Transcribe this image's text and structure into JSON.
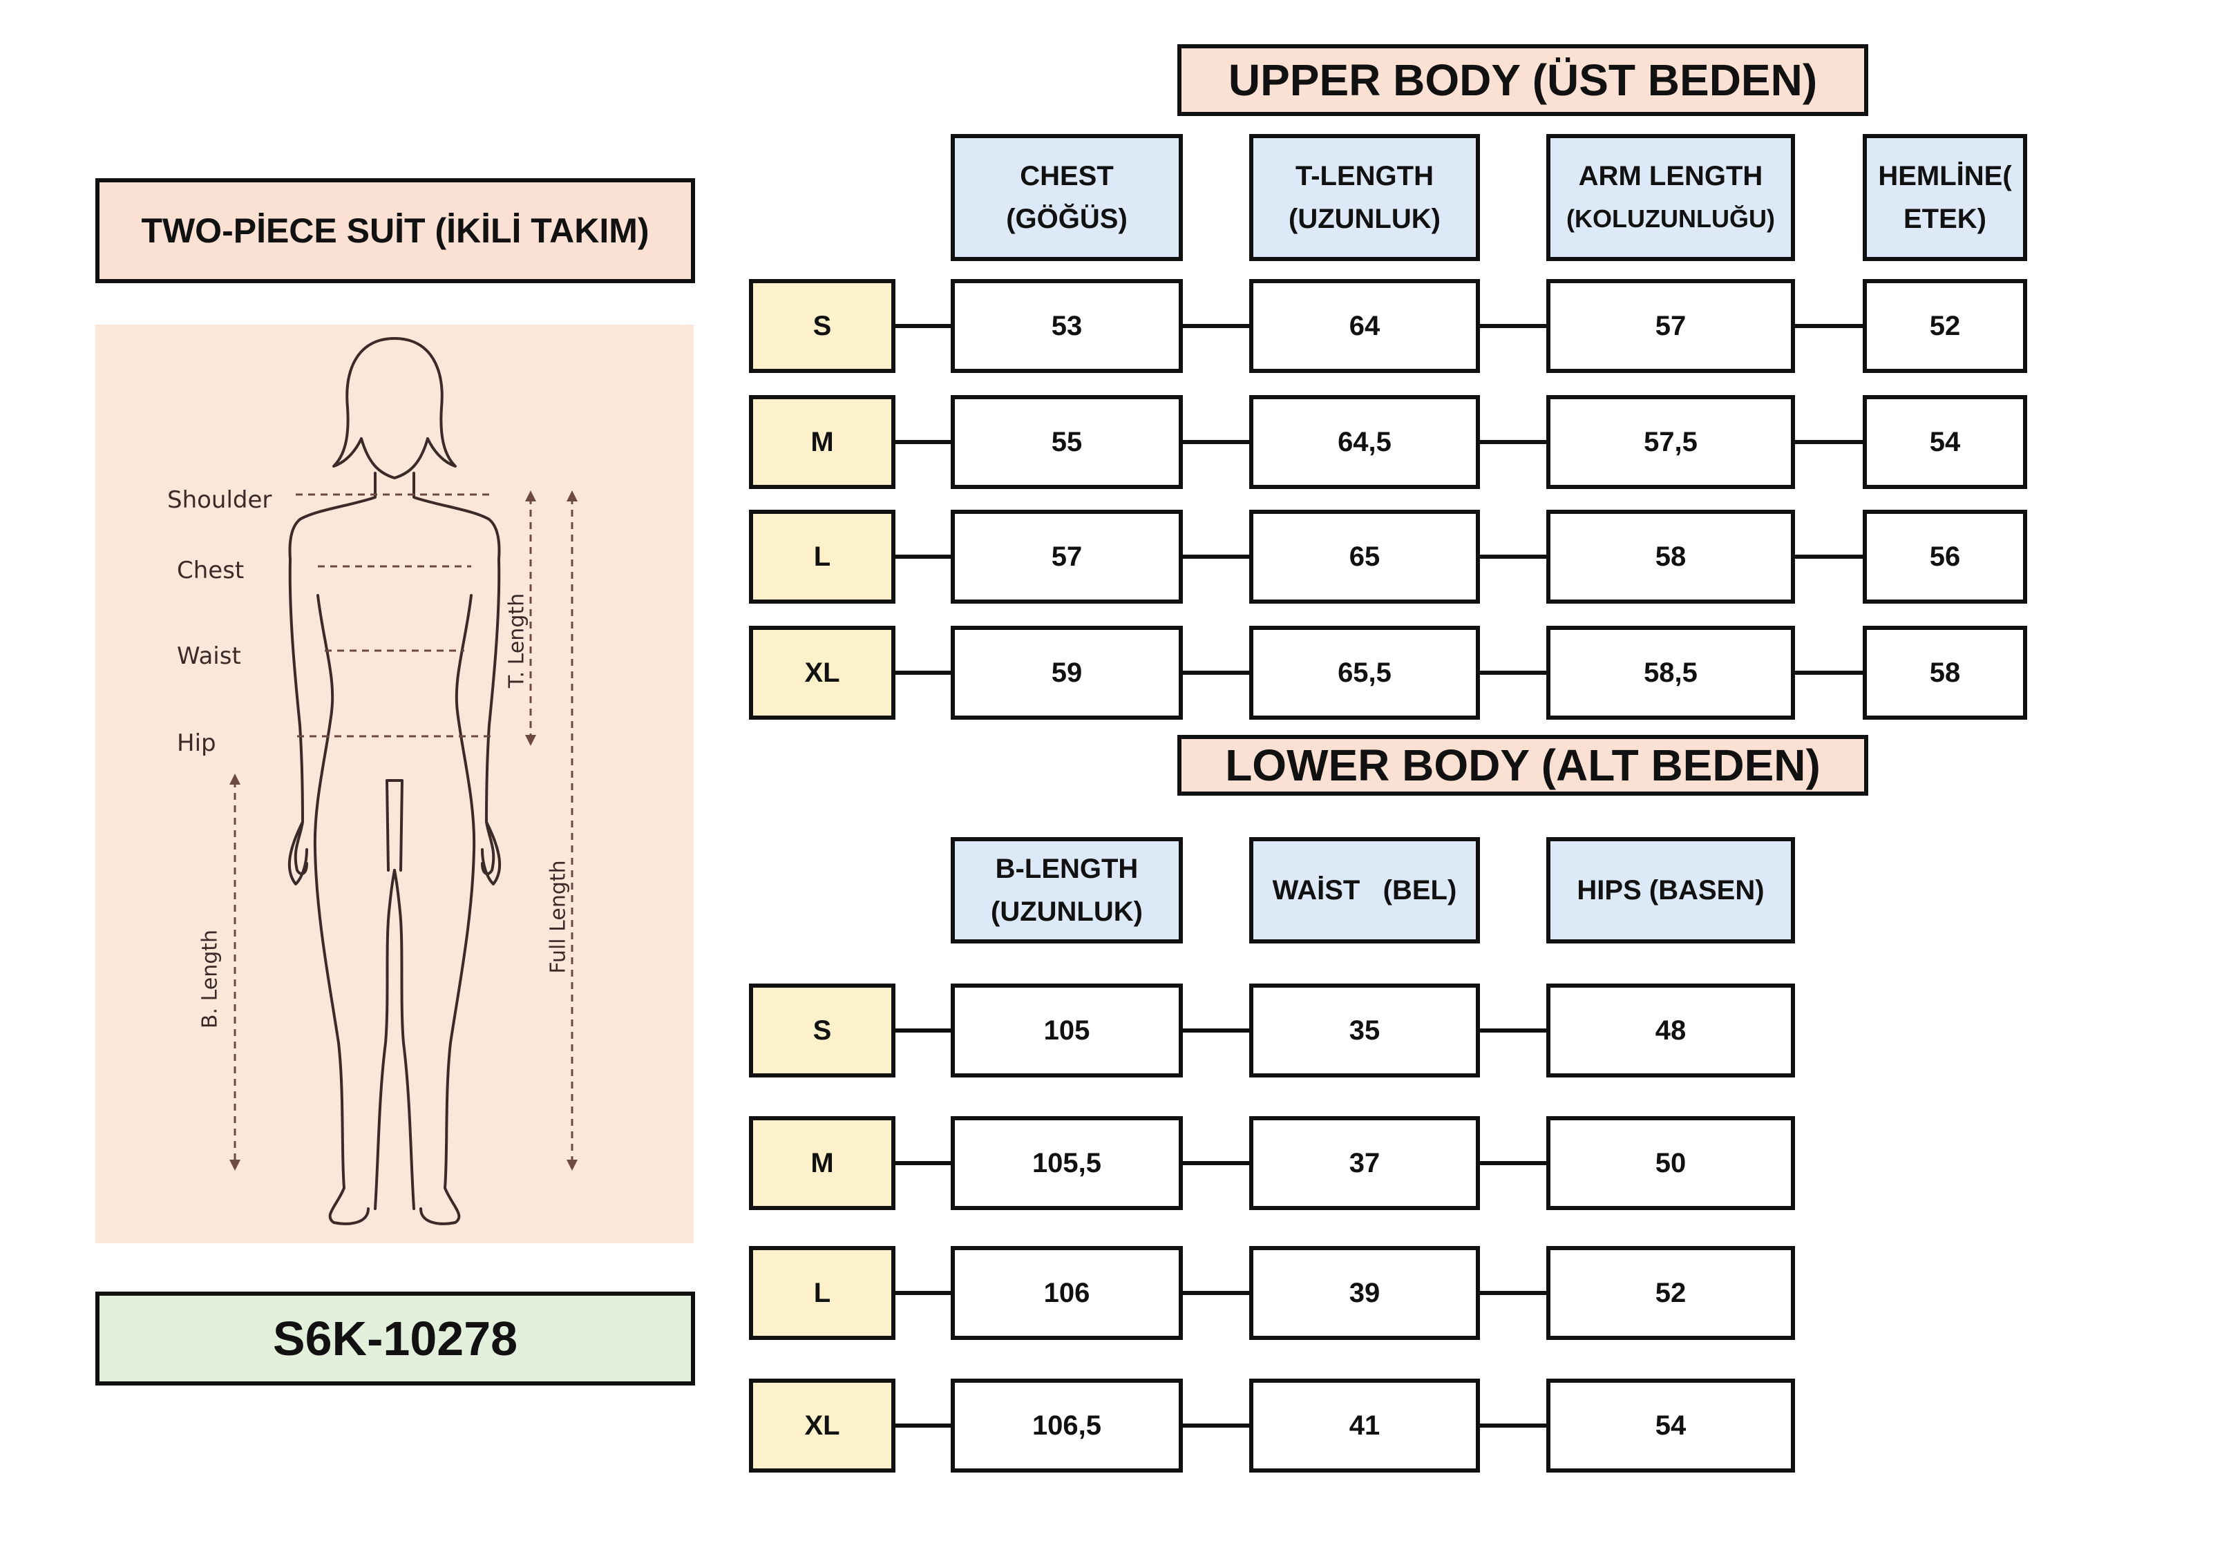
{
  "left": {
    "product_title": "TWO-PİECE SUİT (İKİLİ TAKIM)",
    "code": "S6K-10278",
    "figure_labels": {
      "shoulder": "Shoulder",
      "chest": "Chest",
      "waist": "Waist",
      "hip": "Hip",
      "t_length": "T. Length",
      "full_length": "Full Length",
      "b_length": "B. Length"
    }
  },
  "upper": {
    "title": "UPPER BODY (ÜST BEDEN)",
    "headers": [
      {
        "line1": "CHEST",
        "line2": "(GÖĞÜS)"
      },
      {
        "line1": "T-LENGTH",
        "line2": "(UZUNLUK)"
      },
      {
        "line1": "ARM LENGTH",
        "line2": "(KOLUZUNLUĞU)"
      },
      {
        "line1": "HEMLİNE(",
        "line2": "ETEK)"
      }
    ],
    "rows": [
      {
        "size": "S",
        "values": [
          "53",
          "64",
          "57",
          "52"
        ]
      },
      {
        "size": "M",
        "values": [
          "55",
          "64,5",
          "57,5",
          "54"
        ]
      },
      {
        "size": "L",
        "values": [
          "57",
          "65",
          "58",
          "56"
        ]
      },
      {
        "size": "XL",
        "values": [
          "59",
          "65,5",
          "58,5",
          "58"
        ]
      }
    ]
  },
  "lower": {
    "title": "LOWER BODY (ALT BEDEN)",
    "headers": [
      {
        "line1": "B-LENGTH",
        "line2": "(UZUNLUK)"
      },
      {
        "line1": "WAİST   (BEL)",
        "line2": ""
      },
      {
        "line1": "HIPS (BASEN)",
        "line2": ""
      }
    ],
    "rows": [
      {
        "size": "S",
        "values": [
          "105",
          "35",
          "48"
        ]
      },
      {
        "size": "M",
        "values": [
          "105,5",
          "37",
          "50"
        ]
      },
      {
        "size": "L",
        "values": [
          "106",
          "39",
          "52"
        ]
      },
      {
        "size": "XL",
        "values": [
          "106,5",
          "41",
          "54"
        ]
      }
    ]
  },
  "colors": {
    "title_bg": "#fbe0d4",
    "header_bg": "#dde9f6",
    "size_bg": "#fdf1cc",
    "code_bg": "#e3f1dc",
    "figure_bg": "#fbe6da"
  }
}
